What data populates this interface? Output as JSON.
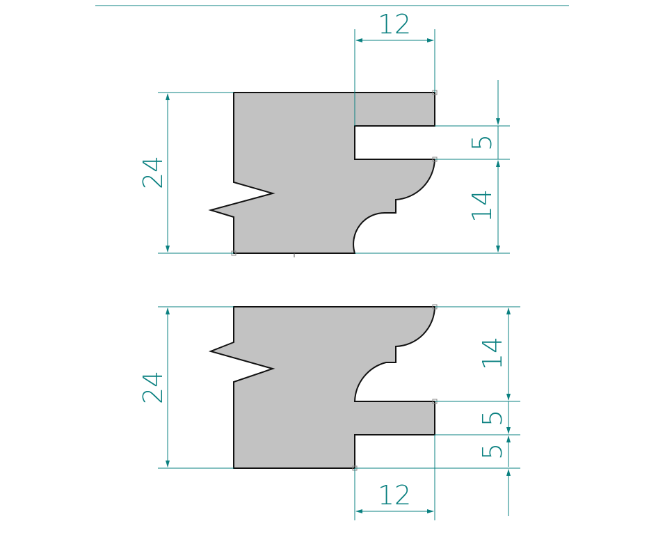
{
  "colors": {
    "dimension": "#0a8080",
    "profile_fill": "#c2c2c2",
    "profile_stroke": "#111111",
    "snap_marker": "#8a8a8a"
  },
  "top_profile": {
    "dim_height": "24",
    "dim_top_width": "12",
    "dim_slot": "5",
    "dim_lower": "14"
  },
  "bottom_profile": {
    "dim_height": "24",
    "dim_upper": "14",
    "dim_slot": "5",
    "dim_lower": "5",
    "dim_bottom_width": "12"
  }
}
